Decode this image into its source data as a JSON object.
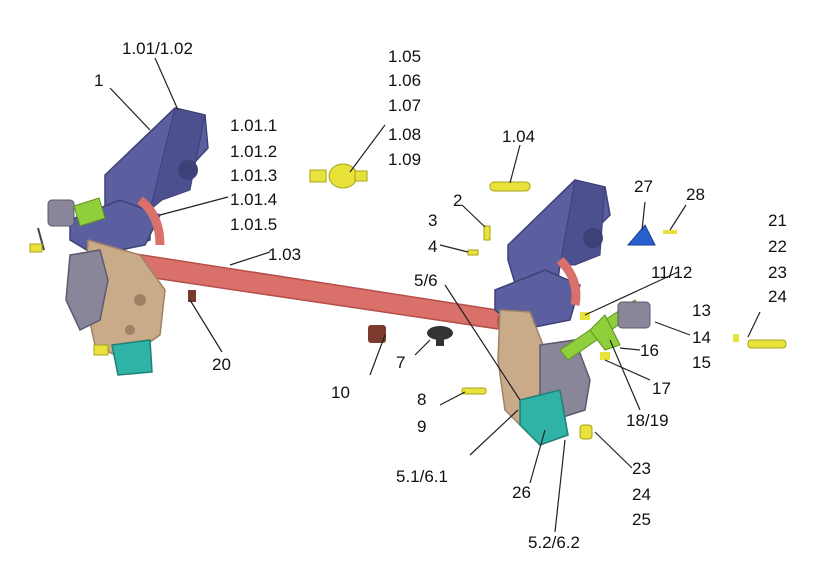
{
  "labels": {
    "l_1": "1",
    "l_1_01_1_02": "1.01/1.02",
    "l_1_01_1": "1.01.1",
    "l_1_01_2": "1.01.2",
    "l_1_01_3": "1.01.3",
    "l_1_01_4": "1.01.4",
    "l_1_01_5": "1.01.5",
    "l_1_03": "1.03",
    "l_1_04": "1.04",
    "l_1_05": "1.05",
    "l_1_06": "1.06",
    "l_1_07": "1.07",
    "l_1_08": "1.08",
    "l_1_09": "1.09",
    "l_2": "2",
    "l_3": "3",
    "l_4": "4",
    "l_5_6": "5/6",
    "l_5_1_6_1": "5.1/6.1",
    "l_5_2_6_2": "5.2/6.2",
    "l_7": "7",
    "l_8": "8",
    "l_9": "9",
    "l_10": "10",
    "l_11_12": "11/12",
    "l_13": "13",
    "l_14": "14",
    "l_15": "15",
    "l_16": "16",
    "l_17": "17",
    "l_18_19": "18/19",
    "l_20": "20",
    "l_21": "21",
    "l_22": "22",
    "l_23a": "23",
    "l_24a": "24",
    "l_23b": "23",
    "l_24b": "24",
    "l_25": "25",
    "l_26": "26",
    "l_27": "27",
    "l_28": "28"
  },
  "colors": {
    "bracket": "#5b5fa0",
    "bracket_dark": "#3e4178",
    "axle": "#d9706a",
    "axle_dark": "#b54f4a",
    "hub": "#c9ab8a",
    "hub_dark": "#9e8264",
    "chamber": "#8a8699",
    "bracket_teal": "#2fb3a6",
    "bolt": "#e8e23a",
    "link_green": "#8fcf3c",
    "bumper": "#7a3b2e",
    "cap": "#333333",
    "clip_blue": "#2a5fd0",
    "leader": "#222222"
  },
  "icons": [
    "leaf-spring-bracket",
    "axle-beam",
    "brake-hub",
    "air-chamber",
    "bolt",
    "bushing",
    "link-arm",
    "valve"
  ]
}
